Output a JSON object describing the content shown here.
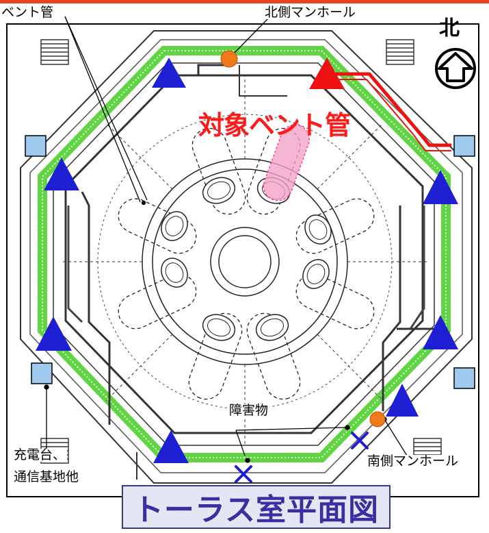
{
  "labels": {
    "vent_pipe": "ベント管",
    "north_manhole": "北側マンホール",
    "target_vent_pipe": "対象ベント管",
    "north_mark": "北",
    "obstacle": "障害物",
    "charging_station": "充電台、",
    "comm_base": "通信基地他",
    "south_manhole": "南側マンホール",
    "title": "トーラス室平面図"
  },
  "colors": {
    "accent_bar": "#e8431f",
    "target_text": "#ff1a1a",
    "marker_blue": "#1e1ed2",
    "marker_red": "#ee1111",
    "manhole_orange": "#f07a1a",
    "route_green": "#44cc22",
    "charger_square": "#9fc9ef",
    "obstacle_x": "#1e1ed2",
    "title_text": "#3a2fa0",
    "title_bg": "#e4e6f4"
  },
  "icons": {
    "north_arrow": "house-arrow-in-circle-icon",
    "robot_position": "triangle-marker-icon",
    "charging_station": "square-marker-icon",
    "manhole": "orange-circle-icon",
    "obstacle": "x-mark-icon"
  }
}
